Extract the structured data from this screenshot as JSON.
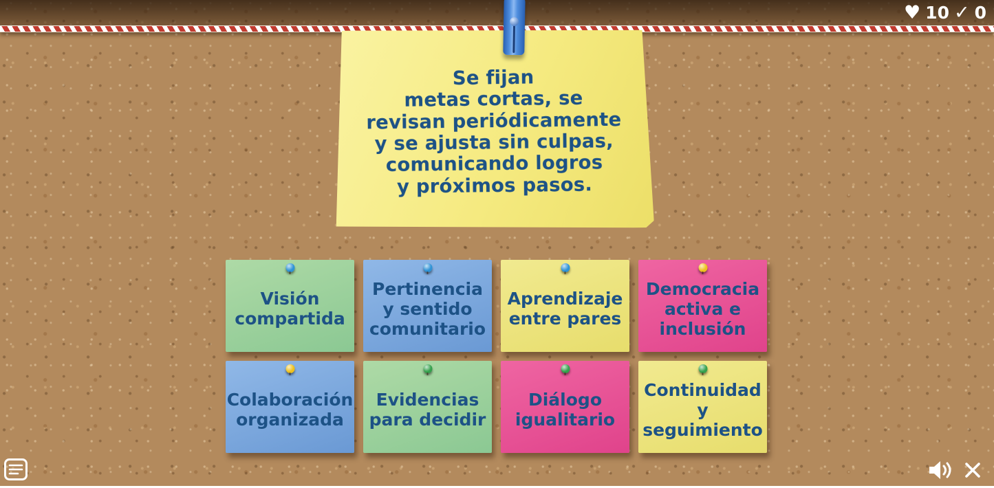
{
  "hud": {
    "lives": "10",
    "score": "0",
    "lives_icon": "heart",
    "score_icon": "check"
  },
  "prompt": {
    "text": "Se fijan\nmetas cortas, se\nrevisan periódicamente\ny se ajusta sin culpas,\ncomunicando logros\ny próximos pasos."
  },
  "cards": [
    {
      "label": "Visión\ncompartida",
      "bg_top": "#aedaa6",
      "bg_bottom": "#8bc893",
      "pin_color": "#2f93d6"
    },
    {
      "label": "Pertinencia\ny sentido\ncomunitario",
      "bg_top": "#90b8e7",
      "bg_bottom": "#6a99d4",
      "pin_color": "#2f93d6"
    },
    {
      "label": "Aprendizaje\nentre pares",
      "bg_top": "#f1ea90",
      "bg_bottom": "#e7dd6c",
      "pin_color": "#2f93d6"
    },
    {
      "label": "Democracia\nactiva e\ninclusión",
      "bg_top": "#ef65a2",
      "bg_bottom": "#e0438b",
      "pin_color": "#eec11e"
    },
    {
      "label": "Colaboración\norganizada",
      "bg_top": "#90b8e7",
      "bg_bottom": "#6a99d4",
      "pin_color": "#eec11e"
    },
    {
      "label": "Evidencias\npara decidir",
      "bg_top": "#aedaa6",
      "bg_bottom": "#8bc893",
      "pin_color": "#35a14d"
    },
    {
      "label": "Diálogo\nigualitario",
      "bg_top": "#ef65a2",
      "bg_bottom": "#e0438b",
      "pin_color": "#35a14d"
    },
    {
      "label": "Continuidad\ny\nseguimiento",
      "bg_top": "#f1ea90",
      "bg_bottom": "#e7dd6c",
      "pin_color": "#35a14d"
    }
  ],
  "colors": {
    "card_text": "#1d5286",
    "note_yellow": "#f5ea80",
    "cork": "#b38a5d",
    "rope_red": "#c23b30",
    "hud_white": "#ffffff"
  },
  "icons": {
    "heart": "♥",
    "check": "✓"
  }
}
